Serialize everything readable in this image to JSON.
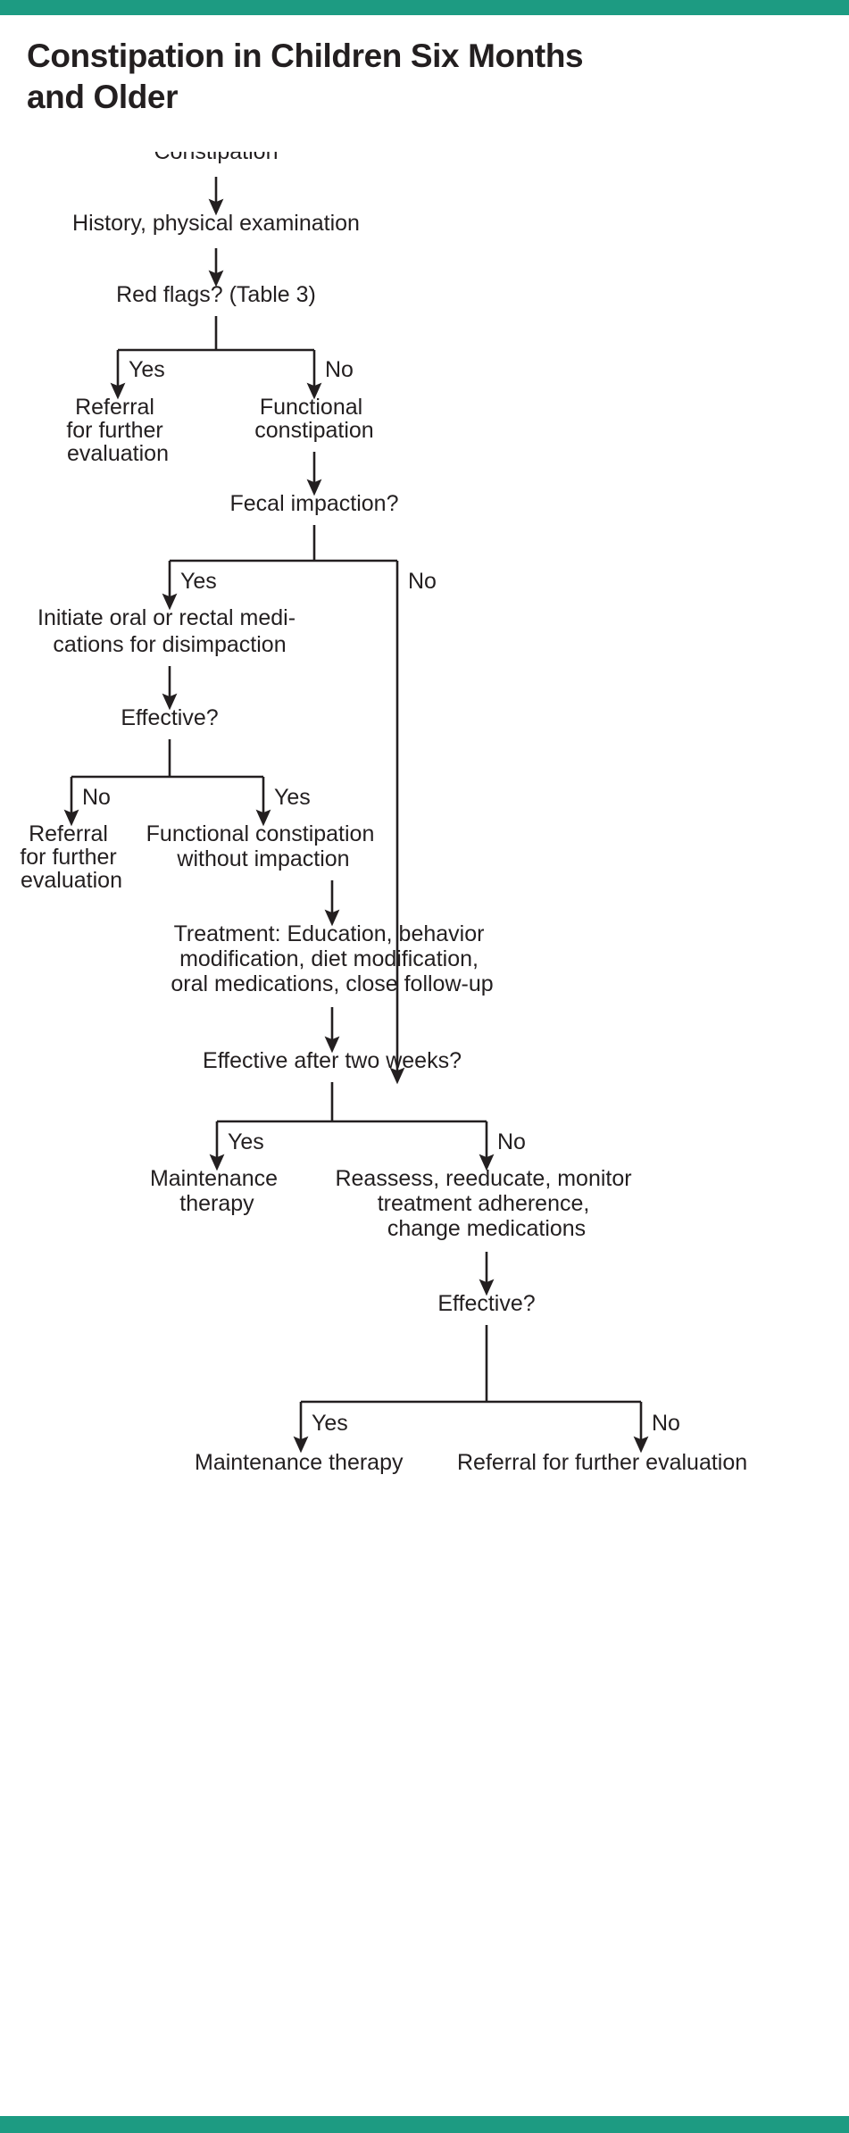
{
  "document": {
    "title": "Constipation in Children Six Months and Older",
    "title_lines": "Constipation in Children Six Months\nand Older",
    "accent_color": "#1d9b82",
    "text_color": "#231f20",
    "background_color": "#ffffff"
  },
  "chart_data": {
    "type": "flowchart",
    "title": "Constipation in Children Six Months and Older",
    "orientation": "top-to-bottom",
    "nodes": [
      {
        "id": "n1",
        "label": "Constipation",
        "kind": "start"
      },
      {
        "id": "n2",
        "label": "History, physical examination",
        "kind": "process"
      },
      {
        "id": "n3",
        "label": "Red flags? (Table 3)",
        "kind": "decision"
      },
      {
        "id": "n4",
        "label": "Referral\nfor further\nevaluation",
        "kind": "terminal"
      },
      {
        "id": "n5",
        "label": "Functional\nconstipation",
        "kind": "process"
      },
      {
        "id": "n6",
        "label": "Fecal impaction?",
        "kind": "decision"
      },
      {
        "id": "n7",
        "label": "Initiate oral or rectal medi-\ncations for disimpaction",
        "kind": "process"
      },
      {
        "id": "n8",
        "label": "Effective?",
        "kind": "decision"
      },
      {
        "id": "n9",
        "label": "Referral\nfor further\nevaluation",
        "kind": "terminal"
      },
      {
        "id": "n10",
        "label": "Functional constipation\nwithout impaction",
        "kind": "process"
      },
      {
        "id": "n11",
        "label": "Treatment: Education, behavior\nmodification, diet modification,\noral medications, close follow-up",
        "kind": "process"
      },
      {
        "id": "n12",
        "label": "Effective after two weeks?",
        "kind": "decision"
      },
      {
        "id": "n13",
        "label": "Maintenance\ntherapy",
        "kind": "terminal"
      },
      {
        "id": "n14",
        "label": "Reassess, reeducate, monitor\ntreatment adherence,\nchange medications",
        "kind": "process"
      },
      {
        "id": "n15",
        "label": "Effective?",
        "kind": "decision"
      },
      {
        "id": "n16",
        "label": "Maintenance therapy",
        "kind": "terminal"
      },
      {
        "id": "n17",
        "label": "Referral for further evaluation",
        "kind": "terminal"
      }
    ],
    "edges": [
      {
        "from": "n1",
        "to": "n2",
        "label": ""
      },
      {
        "from": "n2",
        "to": "n3",
        "label": ""
      },
      {
        "from": "n3",
        "to": "n4",
        "label": "Yes"
      },
      {
        "from": "n3",
        "to": "n5",
        "label": "No"
      },
      {
        "from": "n5",
        "to": "n6",
        "label": ""
      },
      {
        "from": "n6",
        "to": "n7",
        "label": "Yes"
      },
      {
        "from": "n6",
        "to": "n10",
        "label": "No"
      },
      {
        "from": "n7",
        "to": "n8",
        "label": ""
      },
      {
        "from": "n8",
        "to": "n9",
        "label": "No"
      },
      {
        "from": "n8",
        "to": "n10",
        "label": "Yes"
      },
      {
        "from": "n10",
        "to": "n11",
        "label": ""
      },
      {
        "from": "n11",
        "to": "n12",
        "label": ""
      },
      {
        "from": "n12",
        "to": "n13",
        "label": "Yes"
      },
      {
        "from": "n12",
        "to": "n14",
        "label": "No"
      },
      {
        "from": "n14",
        "to": "n15",
        "label": ""
      },
      {
        "from": "n15",
        "to": "n16",
        "label": "Yes"
      },
      {
        "from": "n15",
        "to": "n17",
        "label": "No"
      }
    ]
  },
  "flow": {
    "n1": {
      "line1": "Constipation"
    },
    "n2": {
      "line1": "History, physical examination"
    },
    "n3": {
      "line1": "Red flags? (Table 3)"
    },
    "n4": {
      "line1": "Referral",
      "line2": "for further",
      "line3": "evaluation"
    },
    "n5": {
      "line1": "Functional",
      "line2": "constipation"
    },
    "n6": {
      "line1": "Fecal impaction?"
    },
    "n7": {
      "line1": "Initiate oral or rectal medi-",
      "line2": "cations for disimpaction"
    },
    "n8": {
      "line1": "Effective?"
    },
    "n9": {
      "line1": "Referral",
      "line2": "for further",
      "line3": "evaluation"
    },
    "n10": {
      "line1": "Functional constipation",
      "line2": "without impaction"
    },
    "n11": {
      "line1": "Treatment: Education, behavior",
      "line2": "modification, diet modification,",
      "line3": "oral medications, close follow-up"
    },
    "n12": {
      "line1": "Effective after two weeks?"
    },
    "n13": {
      "line1": "Maintenance",
      "line2": "therapy"
    },
    "n14": {
      "line1": "Reassess, reeducate, monitor",
      "line2": "treatment adherence,",
      "line3": "change medications"
    },
    "n15": {
      "line1": "Effective?"
    },
    "n16": {
      "line1": "Maintenance therapy"
    },
    "n17": {
      "line1": "Referral for further evaluation"
    }
  },
  "labels": {
    "b1_yes": "Yes",
    "b1_no": "No",
    "b2_yes": "Yes",
    "b2_no": "No",
    "b3_no": "No",
    "b3_yes": "Yes",
    "b4_yes": "Yes",
    "b4_no": "No",
    "b5_yes": "Yes",
    "b5_no": "No"
  }
}
